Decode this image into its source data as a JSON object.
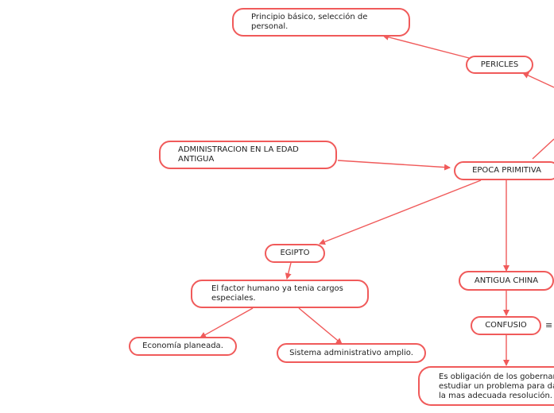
{
  "colors": {
    "line": "#f05a5a",
    "node_border": "#f05a5a",
    "background": "#ffffff"
  },
  "nodes": {
    "principio": "Principio básico, selección de personal.",
    "pericles": "PERICLES",
    "administracion": "ADMINISTRACION EN LA EDAD ANTIGUA",
    "epoca_primitiva": "EPOCA PRIMITIVA",
    "egipto": "EGIPTO",
    "factor_humano": "El factor humano ya tenia cargos especiales.",
    "economia": "Economía planeada.",
    "sistema": "Sistema administrativo amplio.",
    "antigua_china": "ANTIGUA CHINA",
    "confusio": "CONFUSIO",
    "obligacion": "Es obligación de los gobernantes estudiar un problema para dar la mas adecuada resolución."
  },
  "icons": {
    "confusio_menu": "menu-icon"
  }
}
